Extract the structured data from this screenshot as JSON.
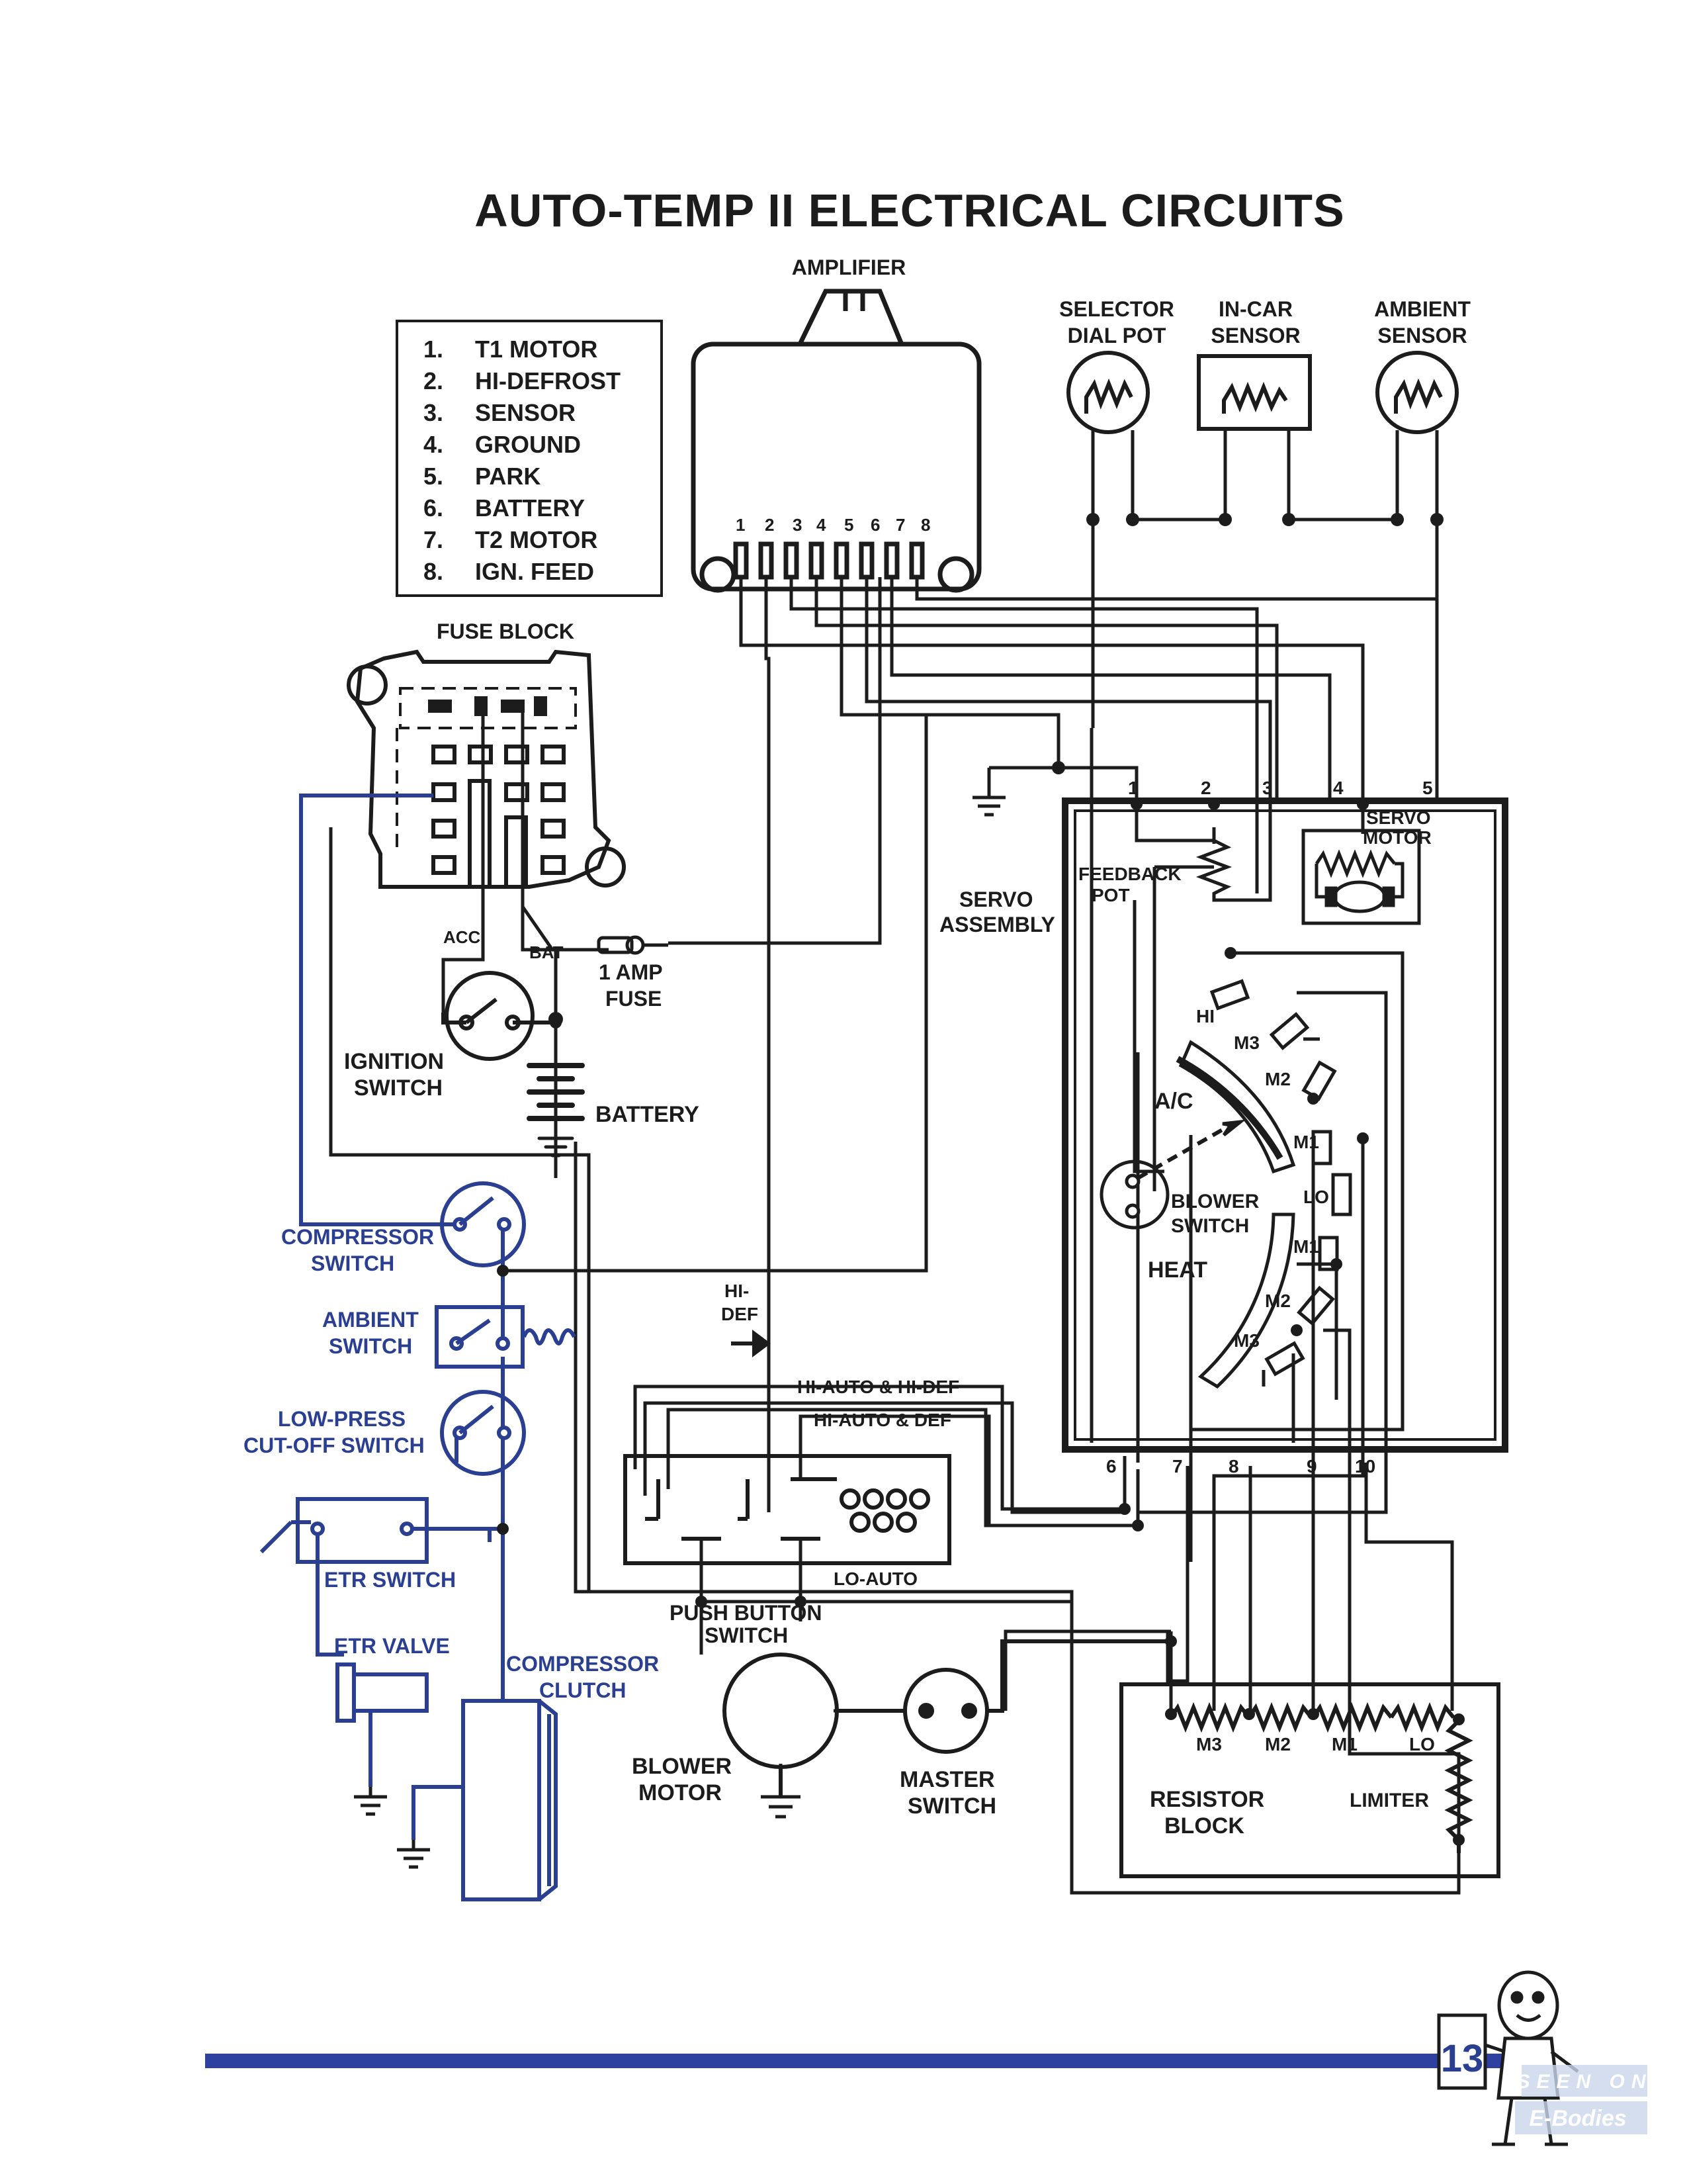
{
  "title": "AUTO-TEMP II ELECTRICAL CIRCUITS",
  "amplifier": {
    "label": "AMPLIFIER",
    "pin_numbers": [
      "1",
      "2",
      "3",
      "4",
      "5",
      "6",
      "7",
      "8"
    ],
    "pins_legend": [
      {
        "num": "1.",
        "name": "T1 MOTOR"
      },
      {
        "num": "2.",
        "name": "HI-DEFROST"
      },
      {
        "num": "3.",
        "name": "SENSOR"
      },
      {
        "num": "4.",
        "name": "GROUND"
      },
      {
        "num": "5.",
        "name": "PARK"
      },
      {
        "num": "6.",
        "name": "BATTERY"
      },
      {
        "num": "7.",
        "name": "T2 MOTOR"
      },
      {
        "num": "8.",
        "name": "IGN. FEED"
      }
    ]
  },
  "sensors": {
    "selector": [
      "SELECTOR",
      "DIAL POT"
    ],
    "incar": [
      "IN-CAR",
      "SENSOR"
    ],
    "ambient": [
      "AMBIENT",
      "SENSOR"
    ]
  },
  "fuse_block": {
    "label": "FUSE BLOCK",
    "acc": "ACC",
    "bat": "BAT"
  },
  "fuse": [
    "1 AMP",
    "FUSE"
  ],
  "ignition_switch": [
    "IGNITION",
    "SWITCH"
  ],
  "battery": "BATTERY",
  "servo": {
    "assembly": [
      "SERVO",
      "ASSEMBLY"
    ],
    "motor": [
      "SERVO",
      "MOTOR"
    ],
    "feedback_pot": [
      "FEEDBACK",
      "POT"
    ],
    "terminals_top": [
      "1",
      "2",
      "3",
      "4",
      "5"
    ],
    "terminals_bottom": [
      "6",
      "7",
      "8",
      "9",
      "10"
    ]
  },
  "blower_switch": {
    "label": [
      "BLOWER",
      "SWITCH"
    ],
    "ac": "A/C",
    "heat": "HEAT",
    "positions": [
      "HI",
      "M3",
      "M2",
      "M1",
      "LO",
      "M1",
      "M2",
      "M3"
    ]
  },
  "compressor_switch": [
    "COMPRESSOR",
    "SWITCH"
  ],
  "ambient_switch": [
    "AMBIENT",
    "SWITCH"
  ],
  "low_press": [
    "LOW-PRESS",
    "CUT-OFF SWITCH"
  ],
  "etr_switch": "ETR SWITCH",
  "etr_valve": "ETR VALVE",
  "compressor_clutch": [
    "COMPRESSOR",
    "CLUTCH"
  ],
  "hi_def": [
    "HI-",
    "DEF"
  ],
  "hi_auto_hi_def": "HI-AUTO & HI-DEF",
  "hi_auto_def": "HI-AUTO & DEF",
  "lo_auto": "LO-AUTO",
  "push_button_switch": [
    "PUSH BUTTON",
    "SWITCH"
  ],
  "blower_motor": [
    "BLOWER",
    "MOTOR"
  ],
  "master_switch": [
    "MASTER",
    "SWITCH"
  ],
  "resistor_block": {
    "label": [
      "RESISTOR",
      "BLOCK"
    ],
    "limiter": "LIMITER",
    "resistors": [
      "M3",
      "M2",
      "M1",
      "LO"
    ]
  },
  "page_number": "13",
  "watermark": [
    "SEEN ON",
    "E-Bodies"
  ],
  "colors": {
    "ink": "#1c1c1c",
    "blue": "#2b3f92",
    "footer_bar": "#2e41a0"
  }
}
